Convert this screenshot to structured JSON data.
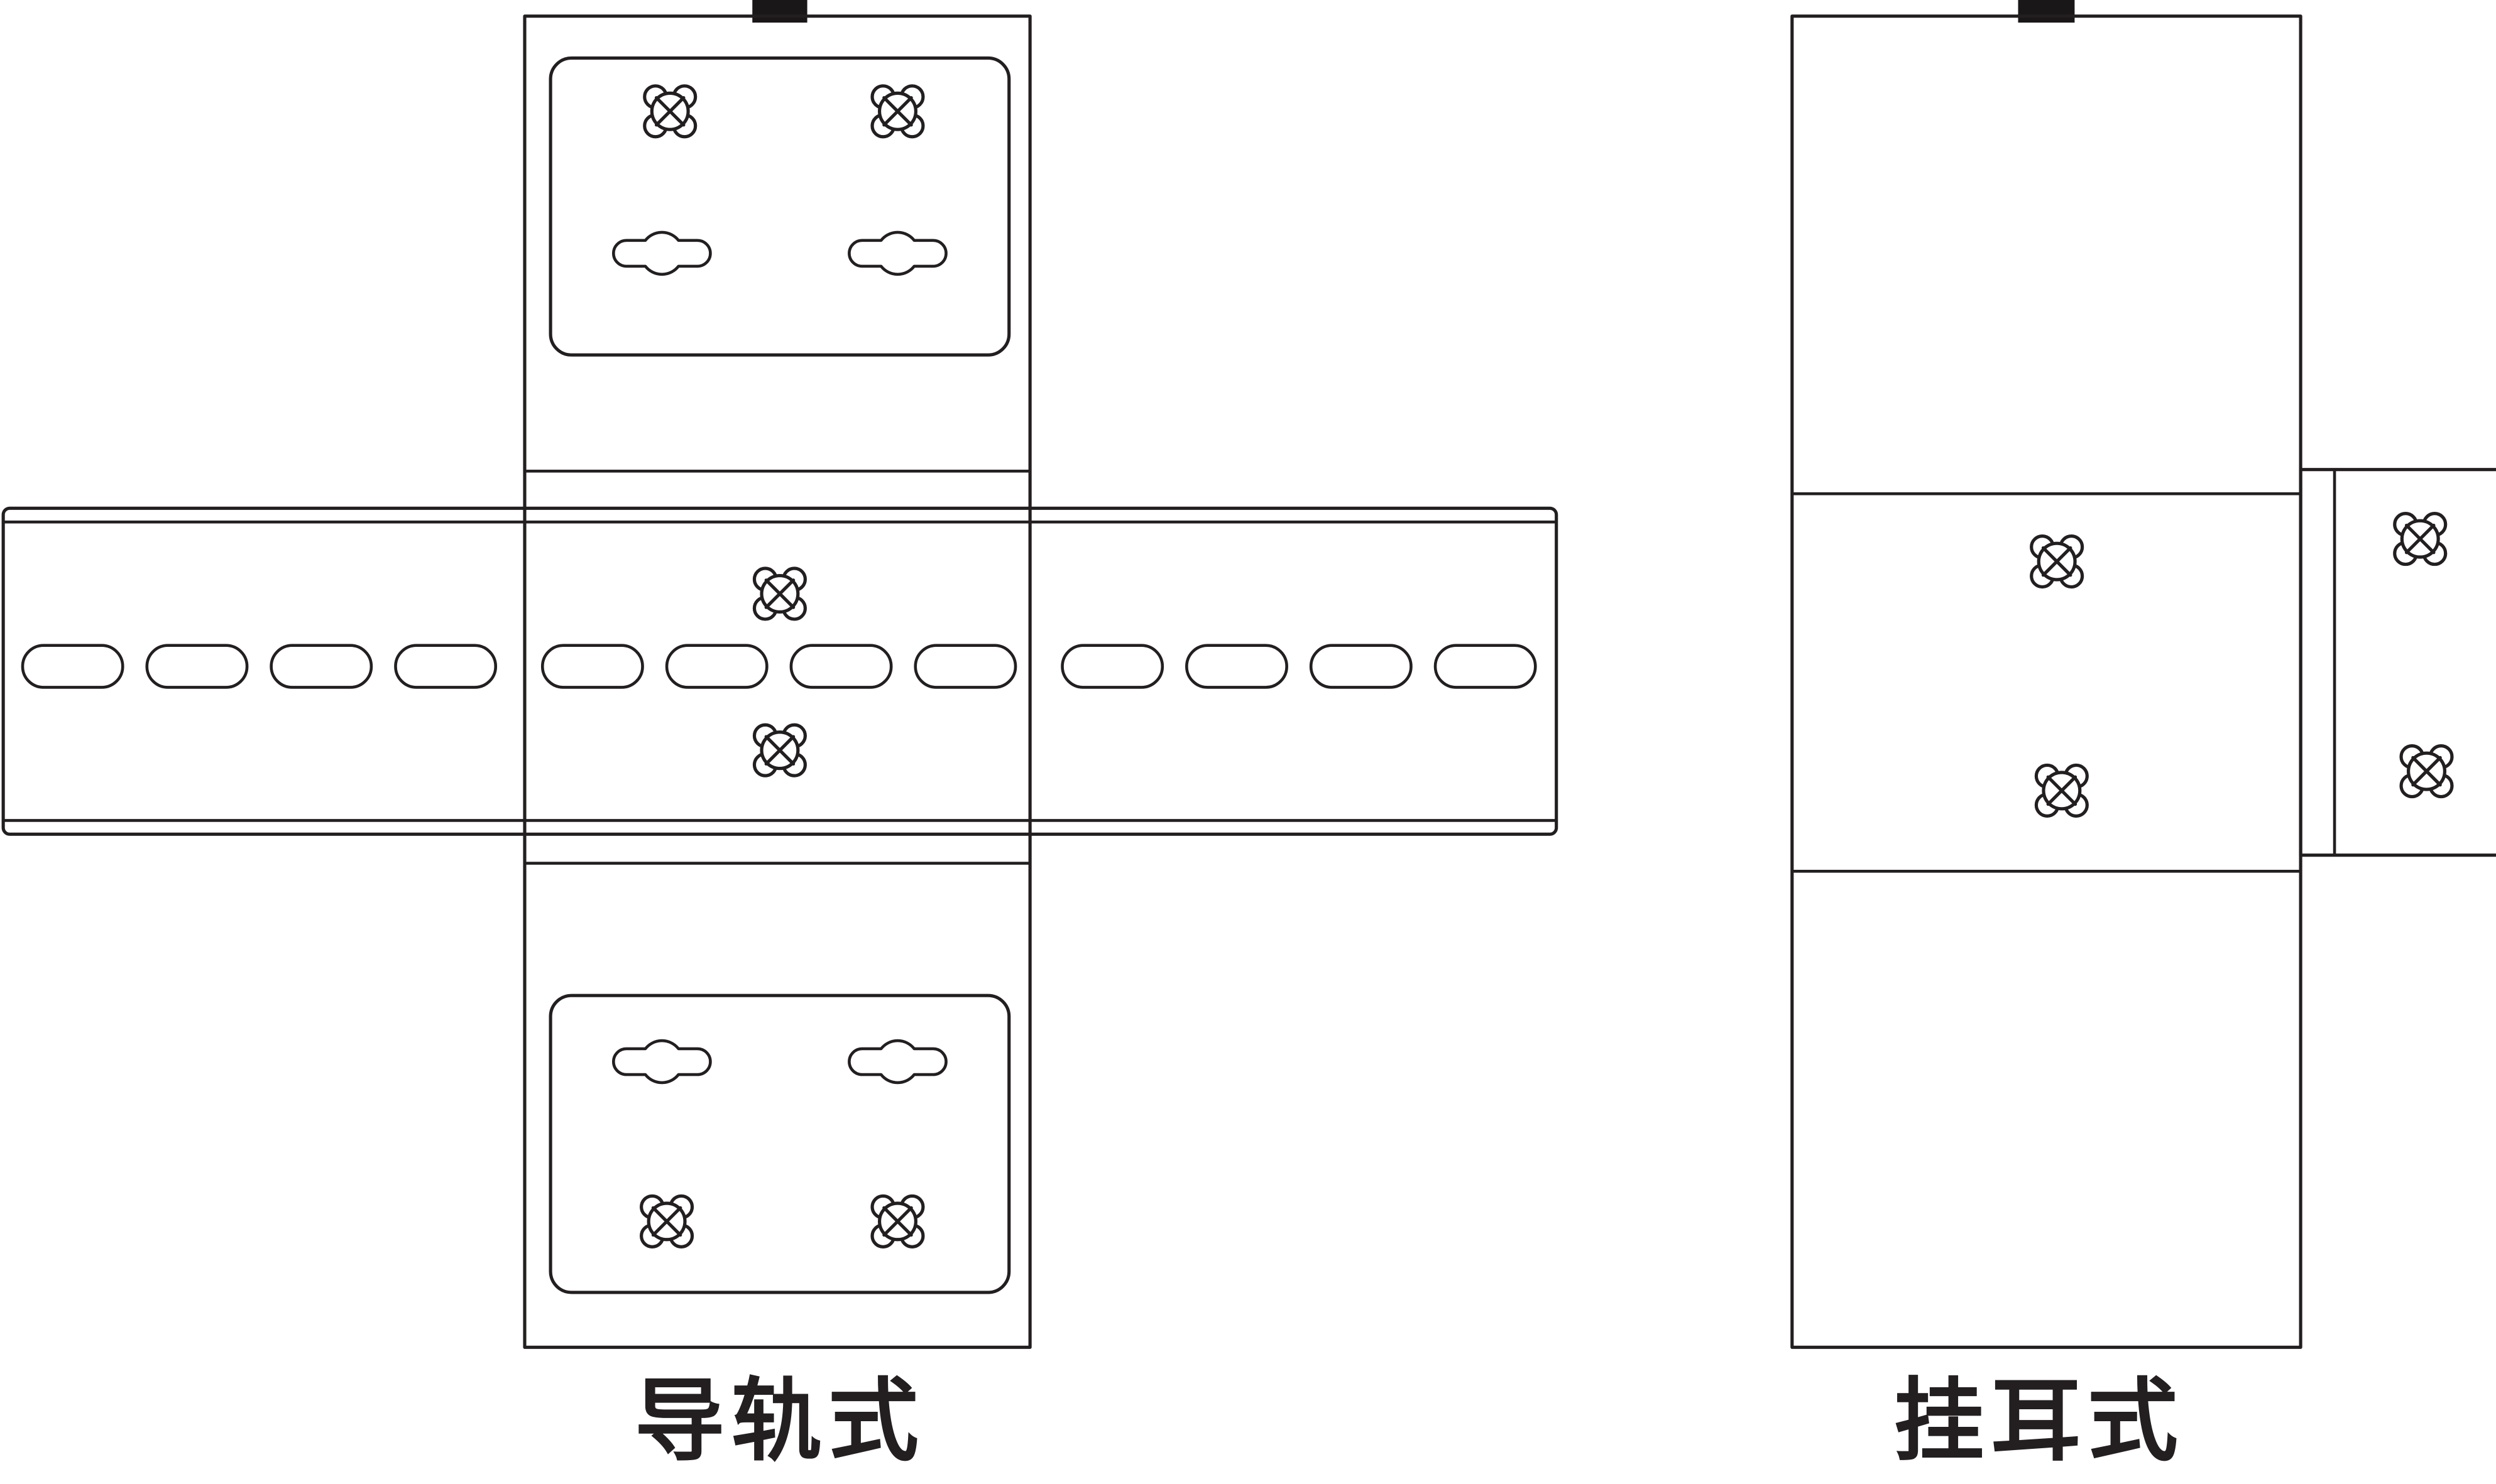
{
  "page": {
    "background": "#ffffff",
    "line_color": "#231f20",
    "tab_color": "#1a1718"
  },
  "diagrams": [
    {
      "id": "din-rail-mount",
      "label": "导轨式",
      "screw_count": 6,
      "keyhole_slot_count": 4,
      "rail_slot_count": 12
    },
    {
      "id": "ear-mount",
      "label": "挂耳式",
      "screw_count": 4
    }
  ]
}
